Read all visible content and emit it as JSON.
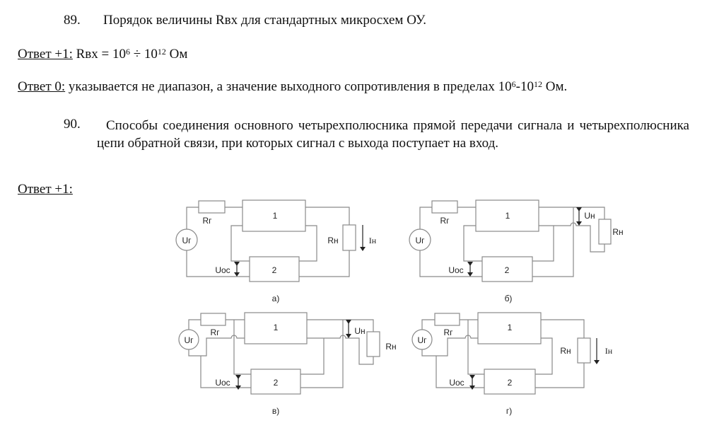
{
  "q89": {
    "number": "89.",
    "text": "Порядок величины Rвх для стандартных микросхем ОУ.",
    "answer1_label": "Ответ +1:",
    "answer1_prefix": "Rвх = 10",
    "answer1_exp1": "6",
    "answer1_mid": " ÷ 10",
    "answer1_exp2": "12",
    "answer1_suffix": " Ом",
    "answer0_label": "Ответ 0:",
    "answer0_text": "указывается не диапазон, а значение выходного сопротивления в пределах 10",
    "answer0_exp1": "6",
    "answer0_mid": "-10",
    "answer0_exp2": "12",
    "answer0_suffix": " Ом."
  },
  "q90": {
    "number": "90.",
    "text": "Способы соединения основного четырехполюсника прямой передачи сигнала и четырехполюсника цепи обратной связи, при которых сигнал с выхода поступает на вход.",
    "answer1_label": "Ответ +1:"
  },
  "diagram_labels": {
    "block1": "1",
    "block2": "2",
    "rg": "Rг",
    "ug": "Uг",
    "rn": "Rн",
    "in": "Iн",
    "un": "Uн",
    "uos": "Uос",
    "caption_a": "а)",
    "caption_b": "б)",
    "caption_v": "в)",
    "caption_g": "г)"
  }
}
